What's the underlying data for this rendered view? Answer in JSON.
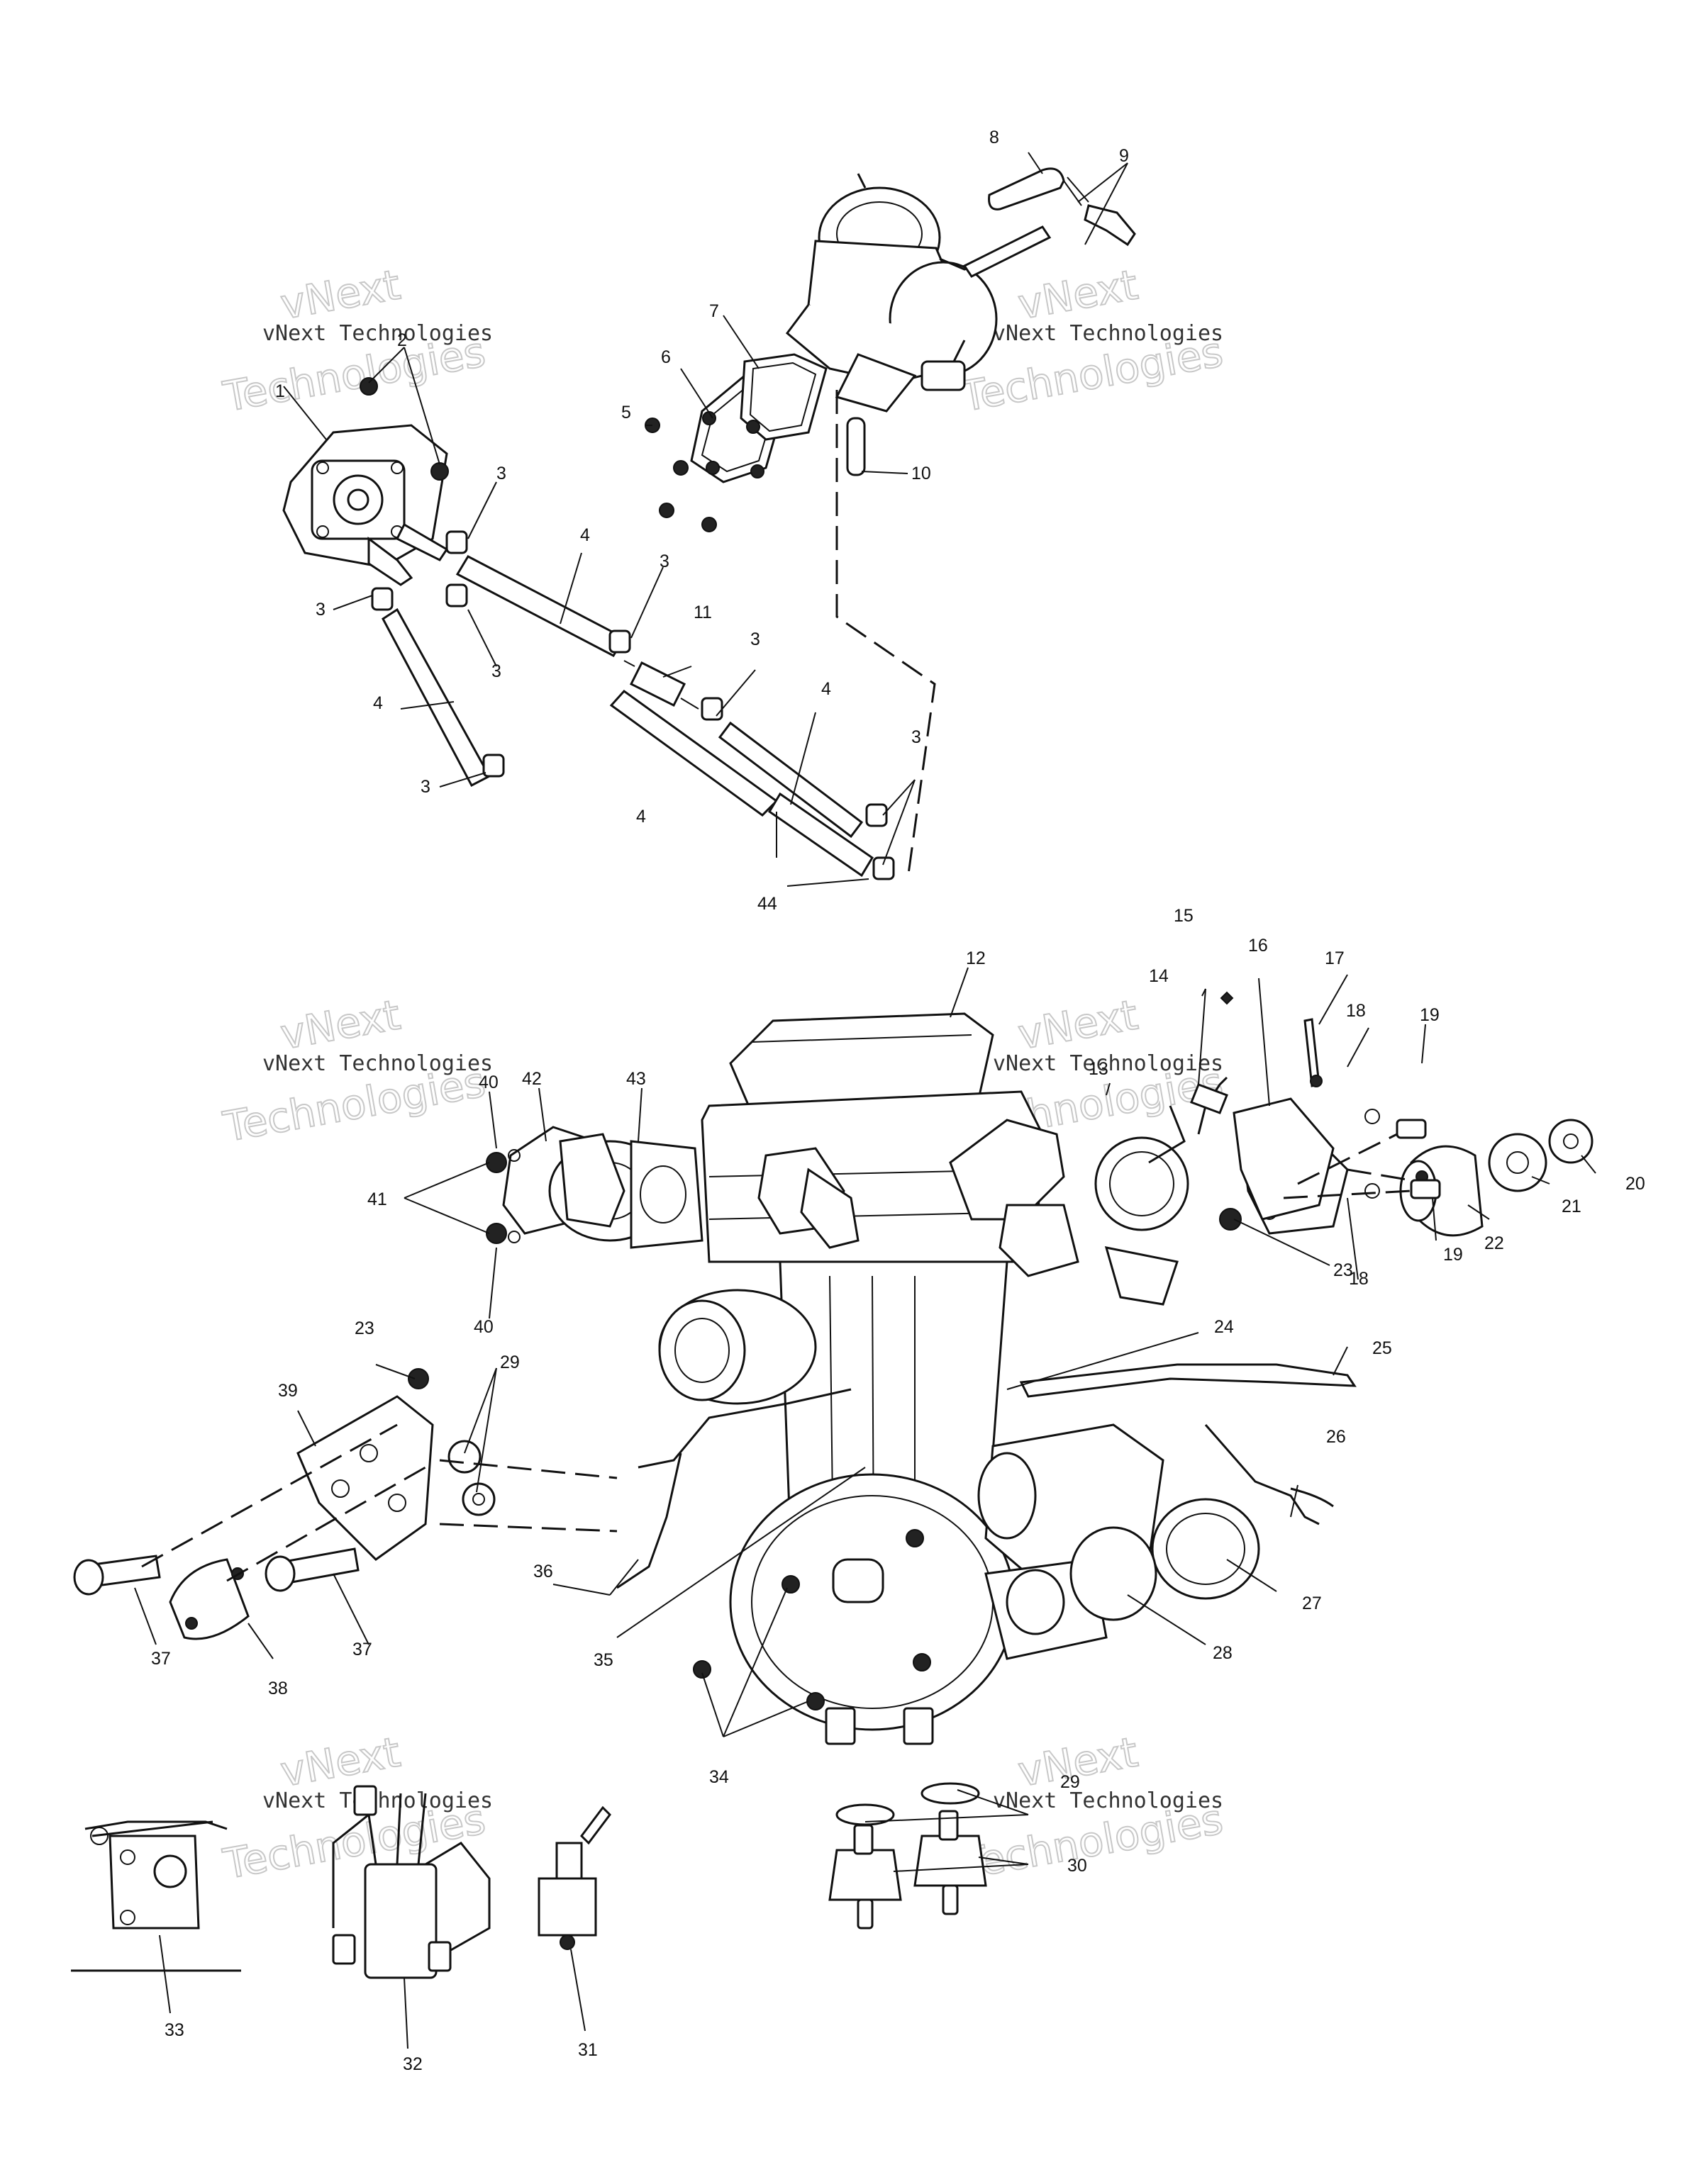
{
  "watermark": {
    "line1": "vNext",
    "line2": "vNext Technologies",
    "line3": "Technologies"
  },
  "labels": {
    "p1": "1",
    "p2": "2",
    "p3a": "3",
    "p3b": "3",
    "p3c": "3",
    "p3d": "3",
    "p3e": "3",
    "p3f": "3",
    "p3g": "3",
    "p4a": "4",
    "p4b": "4",
    "p4c": "4",
    "p4d": "4",
    "p5": "5",
    "p6": "6",
    "p7": "7",
    "p8": "8",
    "p9": "9",
    "p10": "10",
    "p11": "11",
    "p12": "12",
    "p13": "13",
    "p14": "14",
    "p15": "15",
    "p16": "16",
    "p17": "17",
    "p18a": "18",
    "p18b": "18",
    "p19a": "19",
    "p19b": "19",
    "p20": "20",
    "p21": "21",
    "p22": "22",
    "p23a": "23",
    "p23b": "23",
    "p24": "24",
    "p25": "25",
    "p26": "26",
    "p27": "27",
    "p28": "28",
    "p29a": "29",
    "p29b": "29",
    "p30": "30",
    "p31": "31",
    "p32": "32",
    "p33": "33",
    "p34": "34",
    "p35": "35",
    "p36": "36",
    "p37a": "37",
    "p37b": "37",
    "p38": "38",
    "p39": "39",
    "p40a": "40",
    "p40b": "40",
    "p41": "41",
    "p42": "42",
    "p43": "43",
    "p44": "44"
  }
}
